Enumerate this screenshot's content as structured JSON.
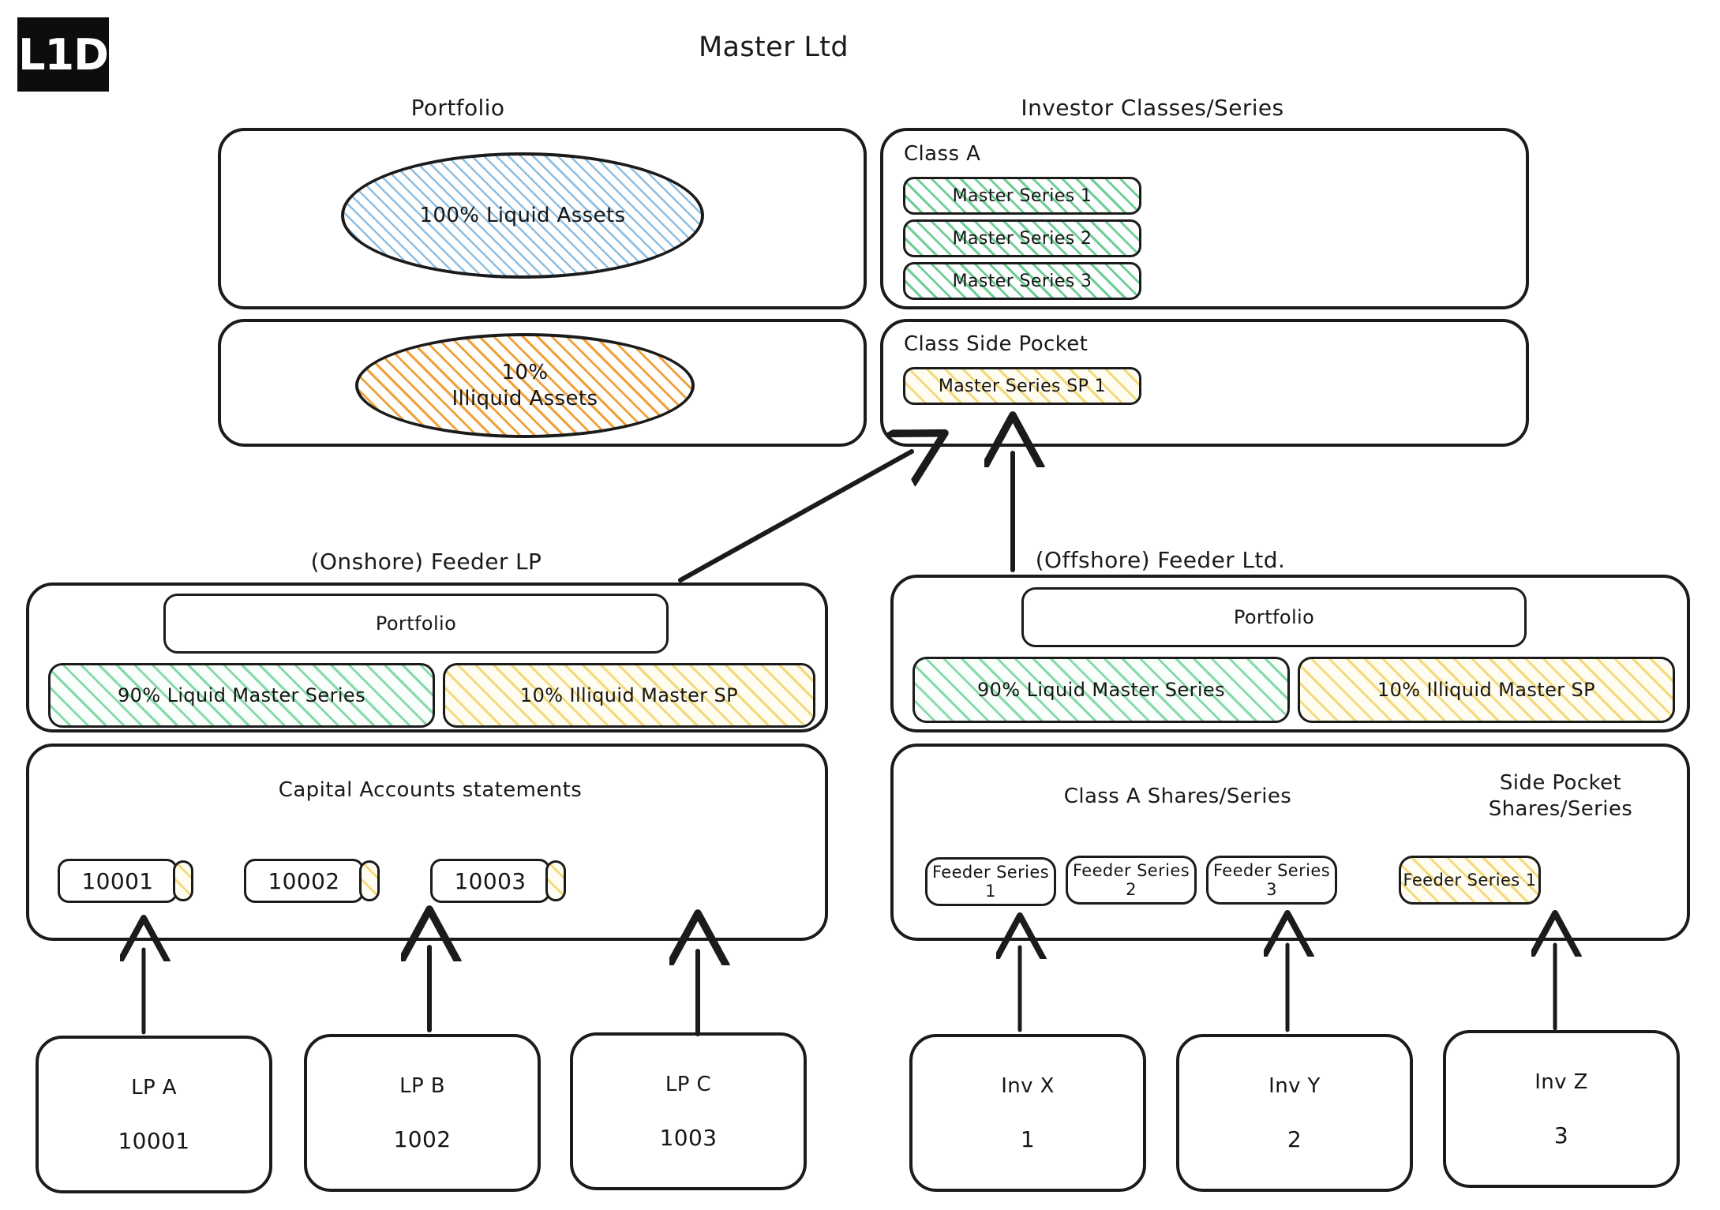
{
  "logo": {
    "text": "L1D"
  },
  "master": {
    "title": "Master Ltd",
    "portfolio_caption": "Portfolio",
    "investor_caption": "Investor Classes/Series",
    "liquid_assets": "100% Liquid Assets",
    "illiquid_assets_line1": "10%",
    "illiquid_assets_line2": "Illiquid Assets",
    "class_a_label": "Class A",
    "class_a_series": [
      "Master Series 1",
      "Master Series 2",
      "Master Series 3"
    ],
    "class_sp_label": "Class Side Pocket",
    "class_sp_series": [
      "Master Series SP 1"
    ]
  },
  "onshore": {
    "caption": "(Onshore) Feeder LP",
    "portfolio_label": "Portfolio",
    "liquid_label": "90% Liquid Master Series",
    "illiquid_label": "10% Illiquid Master SP",
    "accounts_title": "Capital Accounts statements",
    "accounts": [
      "10001",
      "10002",
      "10003"
    ],
    "investors": [
      {
        "name": "LP A",
        "id": "10001"
      },
      {
        "name": "LP B",
        "id": "1002"
      },
      {
        "name": "LP C",
        "id": "1003"
      }
    ]
  },
  "offshore": {
    "caption": "(Offshore) Feeder Ltd.",
    "portfolio_label": "Portfolio",
    "liquid_label": "90% Liquid Master Series",
    "illiquid_label": "10% Illiquid Master SP",
    "shares_title": "Class A Shares/Series",
    "sidepocket_title_line1": "Side Pocket",
    "sidepocket_title_line2": "Shares/Series",
    "share_series": [
      "Feeder Series 1",
      "Feeder Series 2",
      "Feeder Series 3"
    ],
    "sidepocket_series": [
      "Feeder Series 1"
    ],
    "investors": [
      {
        "name": "Inv X",
        "id": "1"
      },
      {
        "name": "Inv Y",
        "id": "2"
      },
      {
        "name": "Inv Z",
        "id": "3"
      }
    ]
  },
  "colors": {
    "ink": "#1b1b1b",
    "liquid_blue": "#8fbee0",
    "illiquid_orange": "#f0a13c",
    "master_series_green": "#6ece95",
    "side_pocket_yellow": "#f3d97a"
  }
}
